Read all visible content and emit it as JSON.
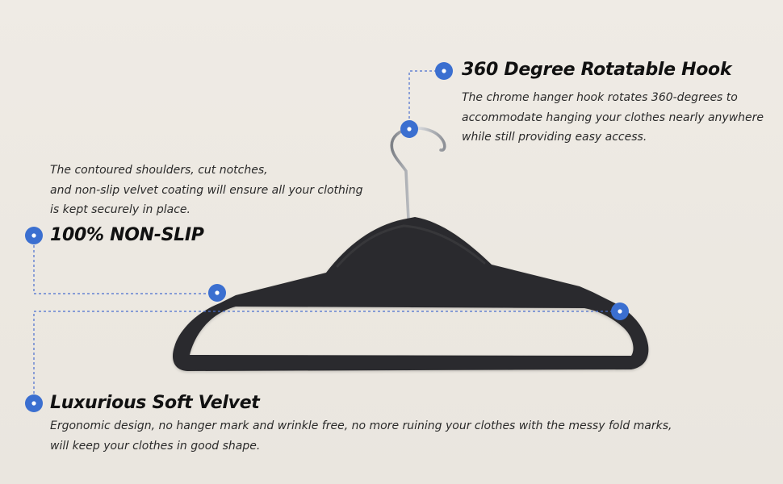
{
  "features": {
    "hook": {
      "title": "360 Degree Rotatable Hook",
      "lines": [
        "The chrome hanger hook rotates 360-degrees to",
        "accommodate hanging your clothes nearly anywhere",
        "while still providing easy access."
      ]
    },
    "grip": {
      "title": "100% NON-SLIP",
      "lines": [
        "The contoured shoulders, cut notches,",
        "and non-slip velvet coating will ensure all your clothing",
        "is kept securely in place."
      ]
    },
    "velvet": {
      "title": "Luxurious Soft Velvet",
      "lines": [
        "Ergonomic design, no hanger mark and wrinkle free, no more ruining your clothes with the messy fold marks,",
        "will keep your clothes in good shape."
      ]
    }
  },
  "colors": {
    "marker": "#3b6fd0",
    "hanger": "#2b2b2d",
    "hook": "#a9adb2",
    "leader": "#4a6fcf"
  }
}
